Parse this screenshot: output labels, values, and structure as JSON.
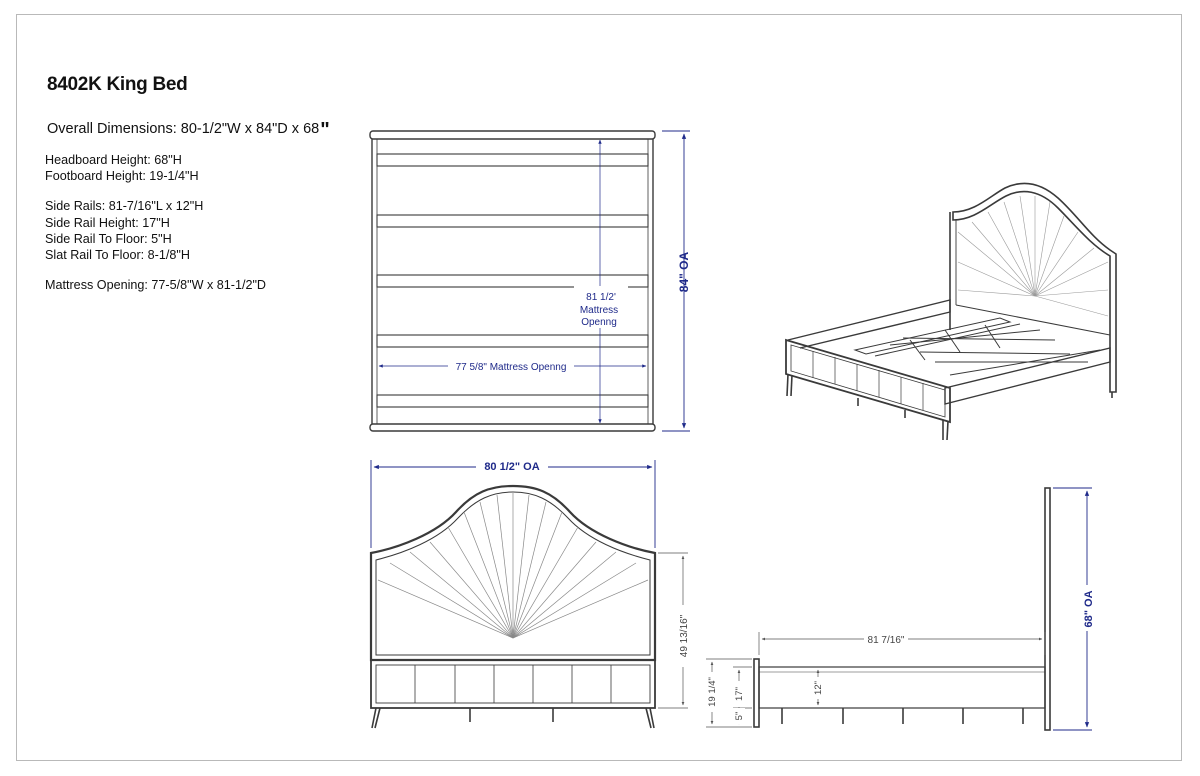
{
  "title": "8402K King Bed",
  "overall": "Overall Dimensions: 80-1/2\"W x 84\"D x 68",
  "overall_quote": "\"",
  "specs": {
    "headboard_height": "Headboard Height:  68\"H",
    "footboard_height": "Footboard Height:  19-1/4\"H",
    "side_rails": "Side Rails: 81-7/16\"L x 12\"H",
    "side_rail_height": "Side Rail Height:  17\"H",
    "side_rail_to_floor": "Side Rail To Floor:  5\"H",
    "slat_rail_to_floor": "Slat Rail To Floor:  8-1/8\"H",
    "mattress_opening": "Mattress Opening: 77-5/8\"W x 81-1/2\"D"
  },
  "dims": {
    "top_depth_oa": "84\" OA",
    "mattress_depth_1": "81 1/2'",
    "mattress_depth_2": "Mattress",
    "mattress_depth_3": "Openng",
    "mattress_width": "77 5/8\" Mattress Openng",
    "front_width_oa": "80 1/2\" OA",
    "front_height": "49 13/16\"",
    "side_length": "81 7/16\"",
    "side_height_oa": "68\" OA",
    "footboard_h": "19 1/4\"",
    "rail_h": "17\"",
    "floor_h": "5\"",
    "rail_depth": "12\""
  },
  "colors": {
    "line": "#3a3a3a",
    "dimension": "#1f2a8a",
    "frame": "#b9b9b9"
  }
}
